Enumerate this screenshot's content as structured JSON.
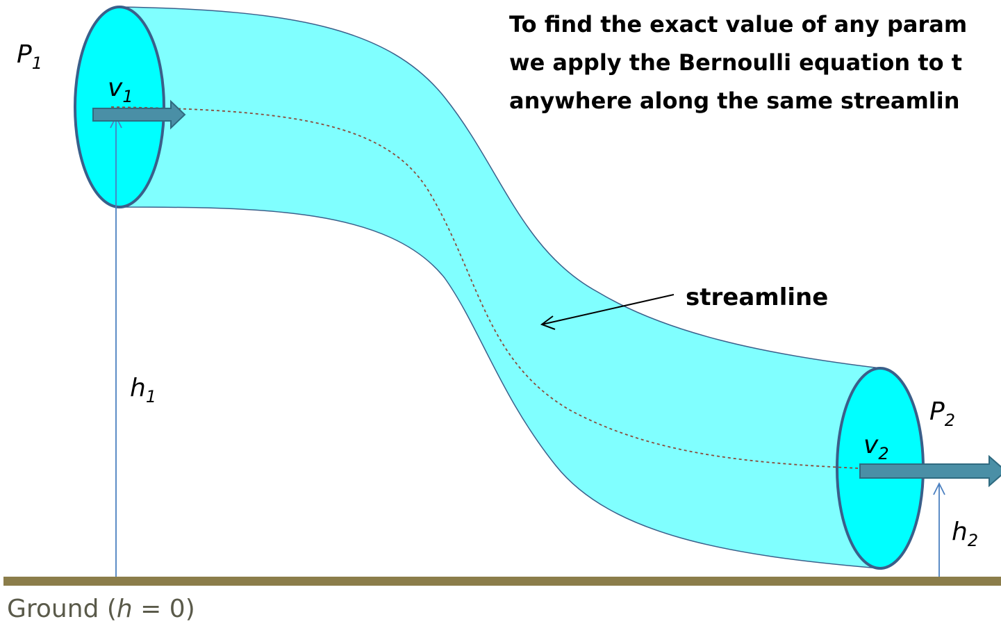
{
  "note": {
    "line1": "To find the exact value of any param",
    "line2": "we apply the Bernoulli equation to t",
    "line3": "anywhere along the same streamlin"
  },
  "labels": {
    "P1": {
      "base": "P",
      "sub": "1"
    },
    "v1": {
      "base": "v",
      "sub": "1"
    },
    "h1": {
      "base": "h",
      "sub": "1"
    },
    "P2": {
      "base": "P",
      "sub": "2"
    },
    "v2": {
      "base": "v",
      "sub": "2"
    },
    "h2": {
      "base": "h",
      "sub": "2"
    },
    "streamline": "streamline",
    "ground": {
      "prefix": "Ground (",
      "var": "h",
      "suffix": " = 0)"
    }
  },
  "colors": {
    "tube_fill": "#80ffff",
    "end_fill": "#00ffff",
    "outline": "#3a5f8a",
    "arrow": "#4a8fa6",
    "ground": "#8b7d4a",
    "height_line": "#4a7fc0"
  }
}
